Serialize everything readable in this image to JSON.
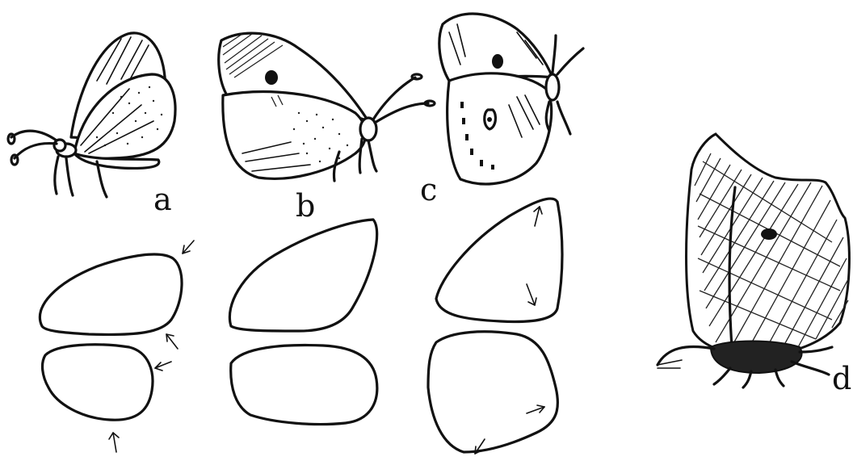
{
  "figure": {
    "panels": [
      {
        "id": "a",
        "label": "a"
      },
      {
        "id": "b",
        "label": "b"
      },
      {
        "id": "c",
        "label": "c"
      },
      {
        "id": "d",
        "label": "d"
      }
    ]
  }
}
